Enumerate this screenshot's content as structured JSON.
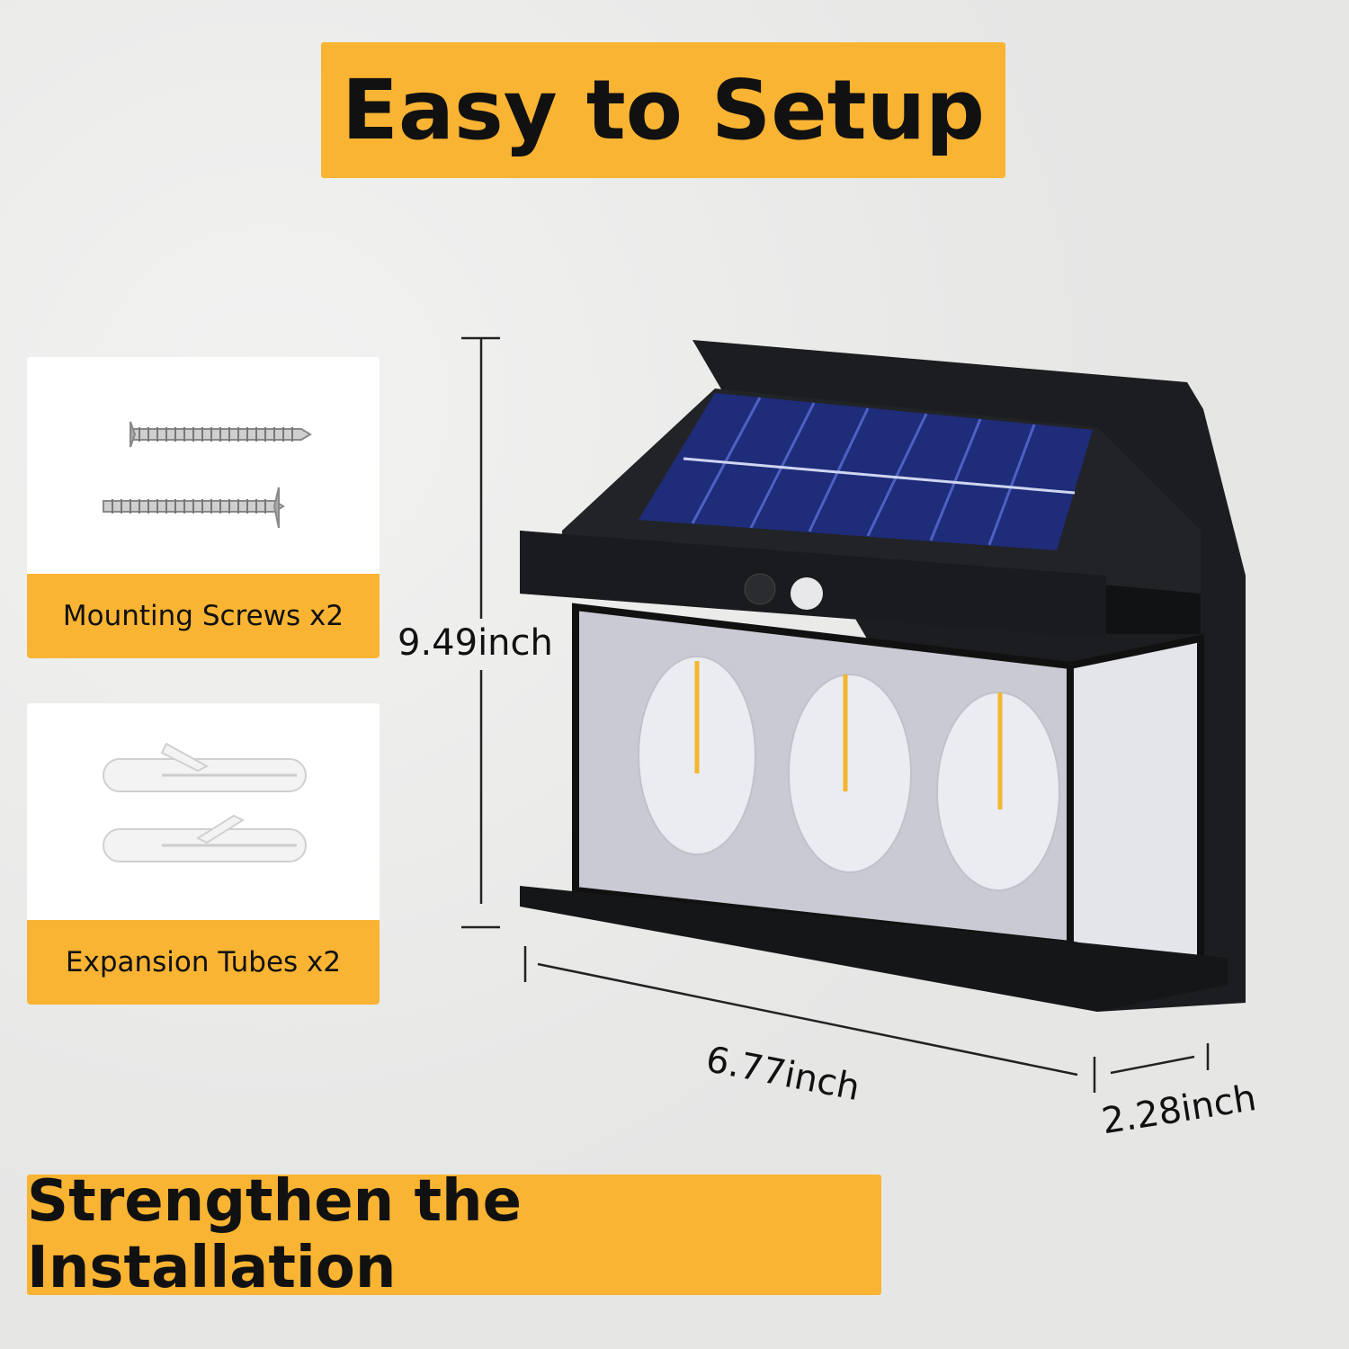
{
  "title": "Easy to Setup",
  "accessories": [
    {
      "label": "Mounting Screws x2",
      "icon": "screw-icon"
    },
    {
      "label": "Expansion Tubes x2",
      "icon": "expansion-tube-icon"
    }
  ],
  "dimensions": {
    "height": "9.49inch",
    "width": "6.77inch",
    "depth": "2.28inch"
  },
  "banner": "Strengthen the Installation",
  "colors": {
    "accent": "#f9b433",
    "background": "#e9e9e8"
  }
}
